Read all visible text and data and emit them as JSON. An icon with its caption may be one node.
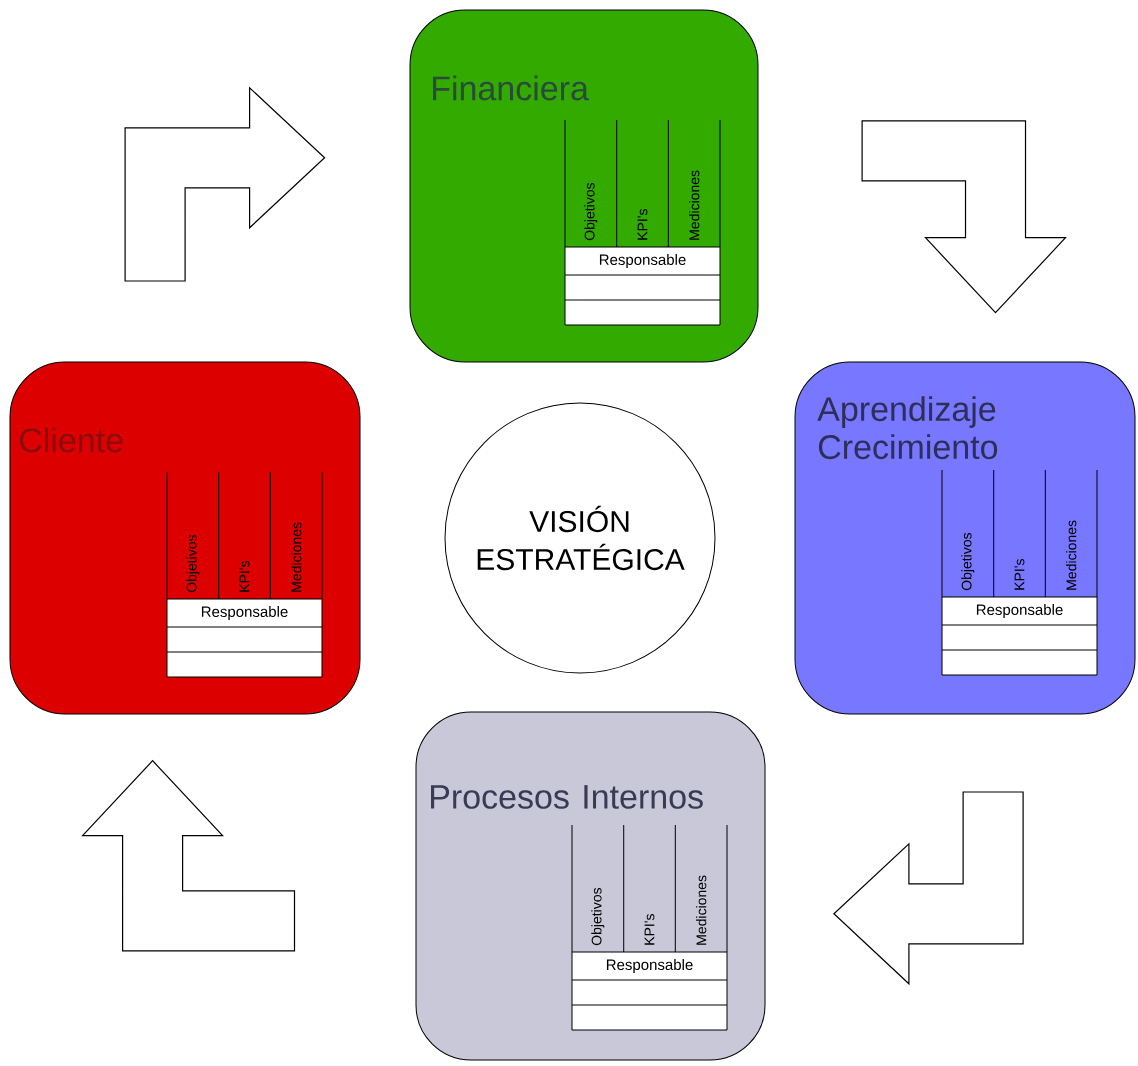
{
  "diagram": {
    "nodes": [
      {
        "text": [
          "Financiera",
          "Objetivos",
          "KPI's",
          "Mediciones",
          "Responsable"
        ]
      },
      {
        "text": [
          "Cliente",
          "Objetivos",
          "KPI's",
          "Mediciones",
          "Responsable"
        ]
      },
      {
        "text": [
          "VISIÓN ESTRATÉGICA"
        ]
      },
      {
        "text": [
          "Aprendizaje Crecimiento",
          "Objetivos",
          "KPI's",
          "Mediciones",
          "Responsable"
        ]
      },
      {
        "text": [
          "Procesos Internos",
          "Objetivos",
          "KPI's",
          "Mediciones",
          "Responsable"
        ]
      }
    ],
    "edges": [
      {
        "from": 1,
        "to": 0,
        "arrow": "to"
      },
      {
        "from": 0,
        "to": 3,
        "arrow": "to"
      },
      {
        "from": 3,
        "to": 4,
        "arrow": "to"
      },
      {
        "from": 4,
        "to": 1,
        "arrow": "to"
      }
    ]
  }
}
